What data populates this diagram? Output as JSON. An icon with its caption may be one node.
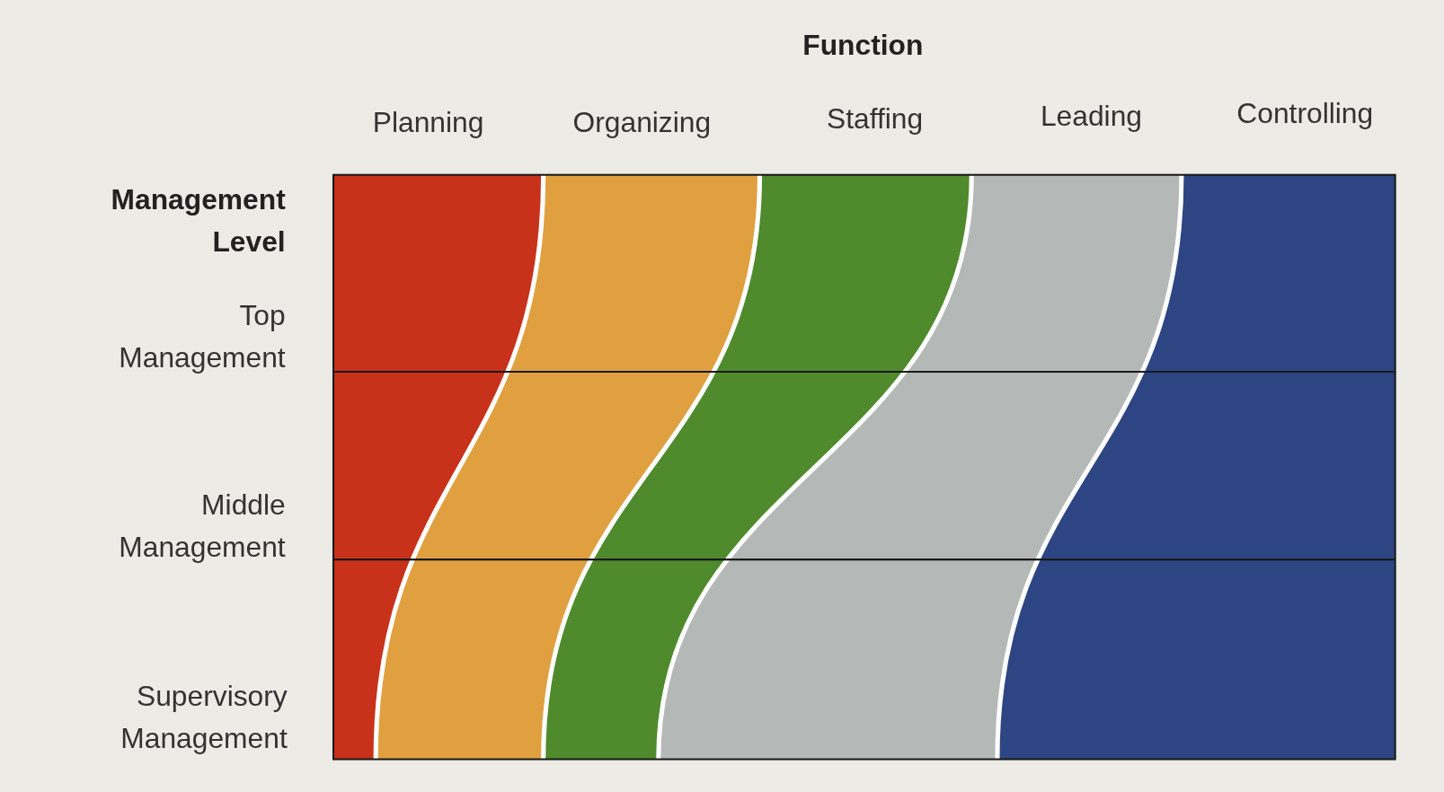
{
  "diagram": {
    "labels": [
      "Function",
      "Planning",
      "Organizing",
      "Staffing",
      "Leading",
      "Controlling",
      "Management Level",
      "Top Management",
      "Middle Management",
      "Supervisory Management"
    ]
  }
}
